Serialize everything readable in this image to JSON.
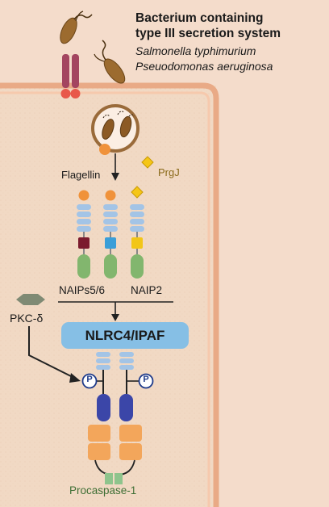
{
  "title": {
    "line1": "Bacterium containing",
    "line2": "type III secretion system"
  },
  "species": [
    "Salmonella typhimurium",
    "Pseuodomonas aeruginosa"
  ],
  "labels": {
    "flagellin": "Flagellin",
    "prgj": "PrgJ",
    "naips56": "NAIPs5/6",
    "naip2": "NAIP2",
    "nlrc4": "NLRC4/IPAF",
    "pkc": "PKC-δ",
    "phospho": "P",
    "procaspase": "Procaspase-1"
  },
  "colors": {
    "cytoplasm": "#f1d9c4",
    "membrane": "#e9aa86",
    "lrr": "#a3c4e6",
    "nbd": "#82b66e",
    "flagellin": "#f0923a",
    "prgj": "#f5c617",
    "nlrc4_box": "#86bfe5",
    "card": "#3b46a8",
    "caspase": "#f3a65b",
    "procaspase_green": "#8ec48c"
  }
}
